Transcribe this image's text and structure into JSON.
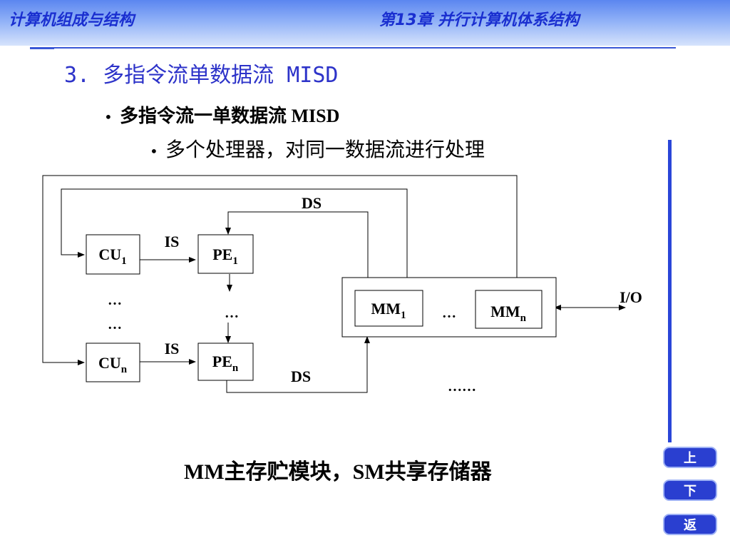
{
  "header": {
    "course_title": "计算机组成与结构",
    "chapter_title": "第13章  并行计算机体系结构"
  },
  "slide": {
    "title": "3.  多指令流单数据流  MISD",
    "bullet1": "多指令流一单数据流 MISD",
    "bullet2": "多个处理器，对同一数据流进行处理"
  },
  "diagram": {
    "cu1": {
      "base": "CU",
      "sub": "1"
    },
    "cun": {
      "base": "CU",
      "sub": "n"
    },
    "pe1": {
      "base": "PE",
      "sub": "1"
    },
    "pen": {
      "base": "PE",
      "sub": "n"
    },
    "mm1": {
      "base": "MM",
      "sub": "1"
    },
    "mmn": {
      "base": "MM",
      "sub": "n"
    },
    "is_top": "IS",
    "is_bottom": "IS",
    "ds_top": "DS",
    "ds_bottom": "DS",
    "io": "I/O",
    "cu_dots_1": "…",
    "cu_dots_2": "…",
    "pe_dots": "…",
    "mm_dots": "…",
    "bottom_dots": "……"
  },
  "caption": "MM主存贮模块，SM共享存储器",
  "nav": {
    "prev": "上页",
    "next": "下页",
    "back": "返回"
  }
}
